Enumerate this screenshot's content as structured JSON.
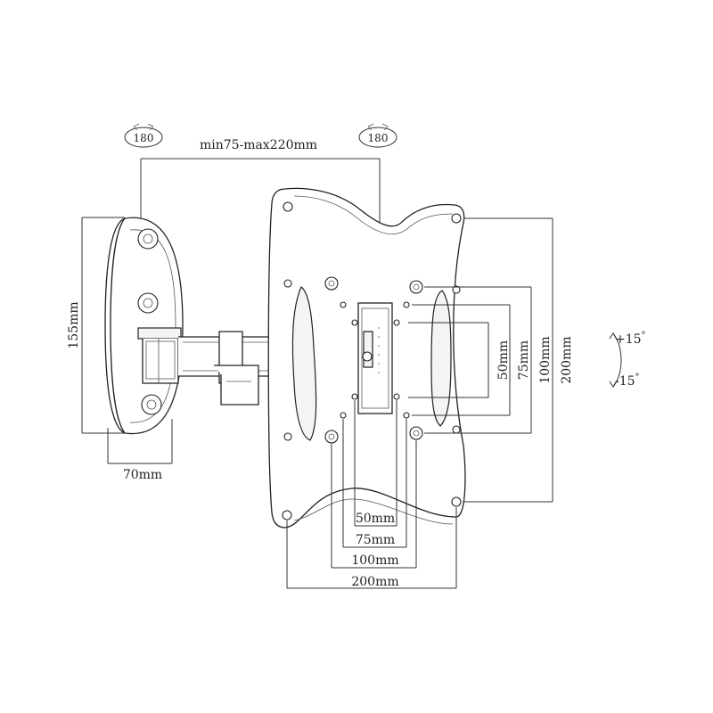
{
  "rotation": {
    "left_label": "180",
    "right_label": "180"
  },
  "dimensions": {
    "arm_extension": "min75-max220mm",
    "wall_plate_height": "155mm",
    "wall_plate_width": "70mm",
    "vesa_h_50": "50mm",
    "vesa_h_75": "75mm",
    "vesa_h_100": "100mm",
    "vesa_h_200": "200mm",
    "vesa_v_50": "50mm",
    "vesa_v_75": "75mm",
    "vesa_v_100": "100mm",
    "vesa_v_200": "200mm"
  },
  "tilt": {
    "up": "+15",
    "down": "-15",
    "degree_symbol": "°"
  }
}
